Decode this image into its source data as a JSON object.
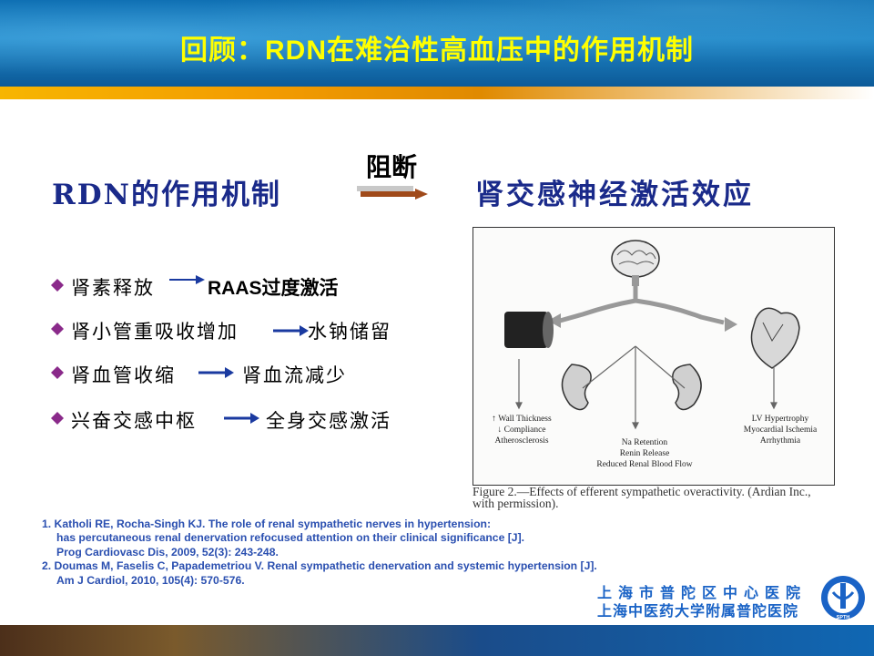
{
  "slide": {
    "title": "回顾：RDN在难治性高血压中的作用机制",
    "left_heading": "RDN的作用机制",
    "arrow_label": "阻断",
    "right_heading": "肾交感神经激活效应",
    "mechanisms": [
      {
        "cause": "肾素释放",
        "effect": "RAAS过度激活"
      },
      {
        "cause": "肾小管重吸收增加",
        "effect": "水钠储留"
      },
      {
        "cause": "肾血管收缩",
        "effect": "肾血流减少"
      },
      {
        "cause": "兴奋交感中枢",
        "effect": "全身交感激活"
      }
    ],
    "figure": {
      "left_labels": [
        "↑ Wall Thickness",
        "↓ Compliance",
        "Atherosclerosis"
      ],
      "center_labels": [
        "Na Retention",
        "Renin Release",
        "Reduced Renal Blood Flow"
      ],
      "right_labels": [
        "LV Hypertrophy",
        "Myocardial Ischemia",
        "Arrhythmia"
      ],
      "caption_line1": "Figure 2.—Effects of efferent sympathetic overactivity. (Ardian Inc.,",
      "caption_line2": "with permission)."
    },
    "references": [
      "1. Katholi RE, Rocha-Singh KJ. The role of renal sympathetic nerves in hypertension:",
      "    has percutaneous renal denervation refocused attention on their clinical significance [J].",
      "    Prog Cardiovasc Dis, 2009, 52(3): 243-248.",
      "2. Doumas M, Faselis C, Papademetriou V. Renal sympathetic denervation and systemic hypertension [J].",
      "    Am J Cardiol, 2010, 105(4): 570-576."
    ],
    "institution_line1": "上海市普陀区中心医院",
    "institution_line2": "上海中医药大学附属普陀医院",
    "logo_text": "SPTH",
    "colors": {
      "title": "#ffff00",
      "heading": "#1a2a8a",
      "reference": "#2a4fb0",
      "bullet": "#8a2a8a",
      "small_arrow": "#1a3aa0",
      "main_arrow": "#a04a1a",
      "stripe": "#f7b500"
    }
  }
}
